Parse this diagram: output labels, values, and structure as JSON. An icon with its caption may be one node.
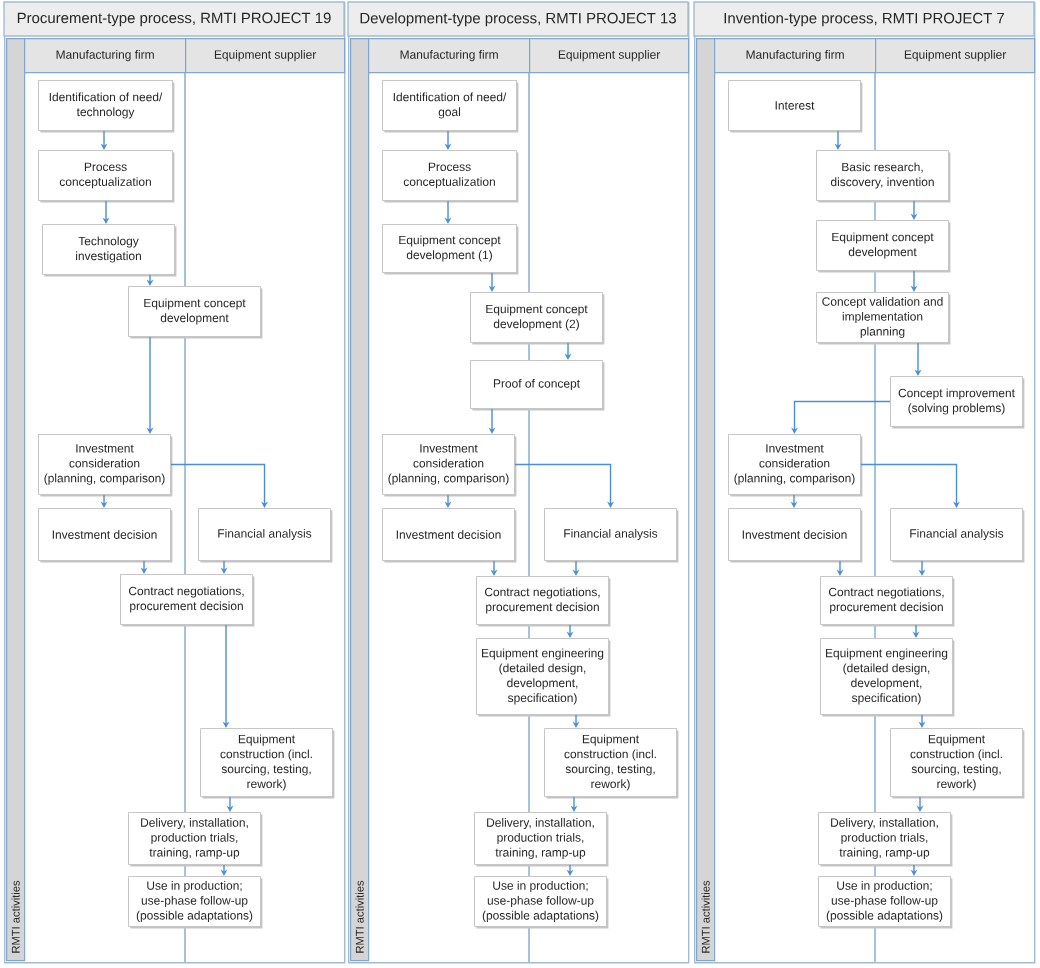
{
  "diagram": {
    "nodes": [
      {
        "text": [
          "Procurement-type process, RMTI PROJECT 19"
        ]
      },
      {
        "text": [
          "RMTI activities"
        ],
        "in": 0
      },
      {
        "text": [
          "Manufacturing firm"
        ],
        "in": 0
      },
      {
        "text": [
          "Equipment supplier"
        ],
        "in": 0
      },
      {
        "text": [
          "Identification of need/ technology"
        ],
        "in": 0
      },
      {
        "text": [
          "Process conceptualization"
        ],
        "in": 0
      },
      {
        "text": [
          "Technology investigation"
        ],
        "in": 0
      },
      {
        "text": [
          "Equipment concept development"
        ],
        "in": 0
      },
      {
        "text": [
          "Investment consideration (planning, comparison)"
        ],
        "in": 0
      },
      {
        "text": [
          "Investment decision"
        ],
        "in": 0
      },
      {
        "text": [
          "Financial analysis"
        ],
        "in": 0
      },
      {
        "text": [
          "Contract negotiations, procurement decision"
        ],
        "in": 0
      },
      {
        "text": [
          "Equipment construction (incl. sourcing, testing, rework)"
        ],
        "in": 0
      },
      {
        "text": [
          "Delivery, installation, production trials, training, ramp-up"
        ],
        "in": 0
      },
      {
        "text": [
          "Use in production; use-phase follow-up (possible adaptations)"
        ],
        "in": 0
      },
      {
        "text": [
          "Development-type process, RMTI PROJECT 13"
        ]
      },
      {
        "text": [
          "RMTI activities"
        ],
        "in": 15
      },
      {
        "text": [
          "Manufacturing firm"
        ],
        "in": 15
      },
      {
        "text": [
          "Equipment supplier"
        ],
        "in": 15
      },
      {
        "text": [
          "Identification of need/ goal"
        ],
        "in": 15
      },
      {
        "text": [
          "Process conceptualization"
        ],
        "in": 15
      },
      {
        "text": [
          "Equipment concept development (1)"
        ],
        "in": 15
      },
      {
        "text": [
          "Equipment concept development (2)"
        ],
        "in": 15
      },
      {
        "text": [
          "Proof of concept"
        ],
        "in": 15
      },
      {
        "text": [
          "Investment consideration (planning, comparison)"
        ],
        "in": 15
      },
      {
        "text": [
          "Investment decision"
        ],
        "in": 15
      },
      {
        "text": [
          "Financial analysis"
        ],
        "in": 15
      },
      {
        "text": [
          "Contract negotiations, procurement decision"
        ],
        "in": 15
      },
      {
        "text": [
          "Equipment engineering (detailed design, development, specification)"
        ],
        "in": 15
      },
      {
        "text": [
          "Equipment construction (incl. sourcing, testing, rework)"
        ],
        "in": 15
      },
      {
        "text": [
          "Delivery, installation, production trials, training, ramp-up"
        ],
        "in": 15
      },
      {
        "text": [
          "Use in production; use-phase follow-up (possible adaptations)"
        ],
        "in": 15
      },
      {
        "text": [
          "Invention-type process, RMTI PROJECT 7"
        ]
      },
      {
        "text": [
          "RMTI activities"
        ],
        "in": 32
      },
      {
        "text": [
          "Manufacturing firm"
        ],
        "in": 32
      },
      {
        "text": [
          "Equipment supplier"
        ],
        "in": 32
      },
      {
        "text": [
          "Interest"
        ],
        "in": 32
      },
      {
        "text": [
          "Basic research, discovery, invention"
        ],
        "in": 32
      },
      {
        "text": [
          "Equipment concept development"
        ],
        "in": 32
      },
      {
        "text": [
          "Concept validation and implementation planning"
        ],
        "in": 32
      },
      {
        "text": [
          "Concept improvement (solving problems)"
        ],
        "in": 32
      },
      {
        "text": [
          "Investment consideration (planning, comparison)"
        ],
        "in": 32
      },
      {
        "text": [
          "Investment decision"
        ],
        "in": 32
      },
      {
        "text": [
          "Financial analysis"
        ],
        "in": 32
      },
      {
        "text": [
          "Contract negotiations, procurement decision"
        ],
        "in": 32
      },
      {
        "text": [
          "Equipment engineering (detailed design, development, specification)"
        ],
        "in": 32
      },
      {
        "text": [
          "Equipment construction (incl. sourcing, testing, rework)"
        ],
        "in": 32
      },
      {
        "text": [
          "Delivery, installation, production trials, training, ramp-up"
        ],
        "in": 32
      },
      {
        "text": [
          "Use in production; use-phase follow-up (possible adaptations)"
        ],
        "in": 32
      }
    ],
    "edges": [
      {
        "from": 4,
        "to": 5,
        "arrow": "to"
      },
      {
        "from": 5,
        "to": 6,
        "arrow": "to"
      },
      {
        "from": 6,
        "to": 7,
        "arrow": "to"
      },
      {
        "from": 7,
        "to": 8,
        "arrow": "to"
      },
      {
        "from": 8,
        "to": 9,
        "arrow": "to"
      },
      {
        "from": 8,
        "to": 10,
        "arrow": "to"
      },
      {
        "from": 9,
        "to": 11,
        "arrow": "to"
      },
      {
        "from": 10,
        "to": 11,
        "arrow": "to"
      },
      {
        "from": 11,
        "to": 12,
        "arrow": "to"
      },
      {
        "from": 12,
        "to": 13,
        "arrow": "to"
      },
      {
        "from": 13,
        "to": 14,
        "arrow": "to"
      },
      {
        "from": 19,
        "to": 20,
        "arrow": "to"
      },
      {
        "from": 20,
        "to": 21,
        "arrow": "to"
      },
      {
        "from": 21,
        "to": 22,
        "arrow": "to"
      },
      {
        "from": 22,
        "to": 23,
        "arrow": "to"
      },
      {
        "from": 23,
        "to": 24,
        "arrow": "to"
      },
      {
        "from": 24,
        "to": 25,
        "arrow": "to"
      },
      {
        "from": 24,
        "to": 26,
        "arrow": "to"
      },
      {
        "from": 25,
        "to": 27,
        "arrow": "to"
      },
      {
        "from": 26,
        "to": 27,
        "arrow": "to"
      },
      {
        "from": 27,
        "to": 28,
        "arrow": "to"
      },
      {
        "from": 28,
        "to": 29,
        "arrow": "to"
      },
      {
        "from": 29,
        "to": 30,
        "arrow": "to"
      },
      {
        "from": 30,
        "to": 31,
        "arrow": "to"
      },
      {
        "from": 36,
        "to": 37,
        "arrow": "to"
      },
      {
        "from": 37,
        "to": 38,
        "arrow": "to"
      },
      {
        "from": 38,
        "to": 39,
        "arrow": "to"
      },
      {
        "from": 39,
        "to": 40,
        "arrow": "to"
      },
      {
        "from": 40,
        "to": 41,
        "arrow": "to"
      },
      {
        "from": 41,
        "to": 42,
        "arrow": "to"
      },
      {
        "from": 41,
        "to": 43,
        "arrow": "to"
      },
      {
        "from": 42,
        "to": 44,
        "arrow": "to"
      },
      {
        "from": 43,
        "to": 44,
        "arrow": "to"
      },
      {
        "from": 44,
        "to": 45,
        "arrow": "to"
      },
      {
        "from": 45,
        "to": 46,
        "arrow": "to"
      },
      {
        "from": 46,
        "to": 47,
        "arrow": "to"
      },
      {
        "from": 47,
        "to": 48,
        "arrow": "to"
      }
    ]
  }
}
